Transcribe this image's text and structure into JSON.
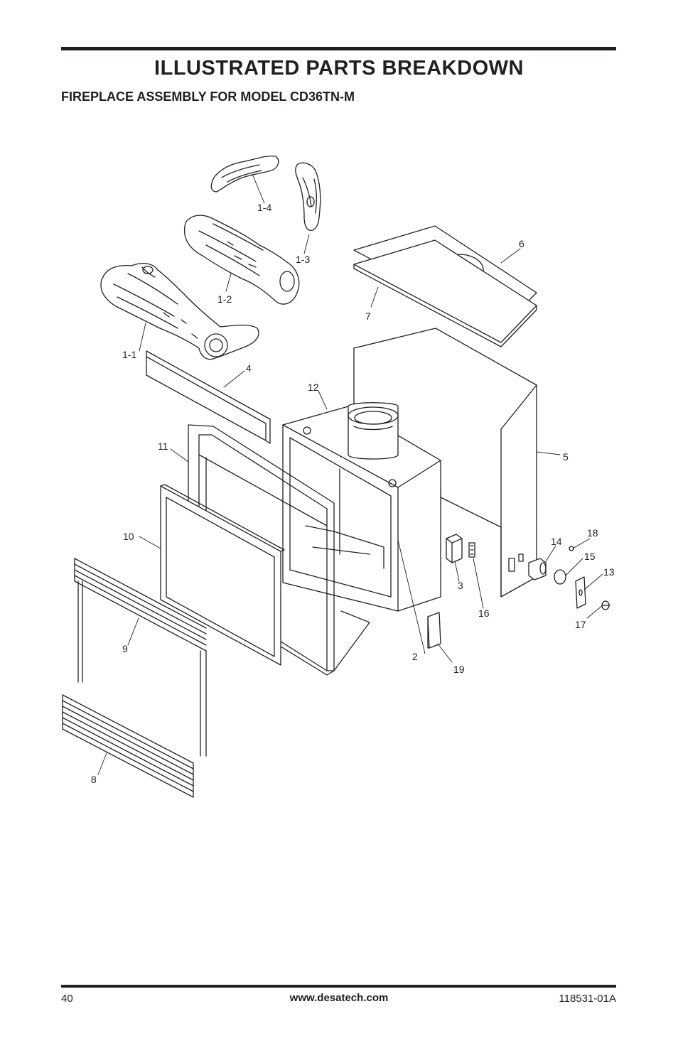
{
  "header": {
    "title": "ILLUSTRATED PARTS BREAKDOWN",
    "subtitle": "FIREPLACE ASSEMBLY FOR MODEL CD36TN-M"
  },
  "diagram": {
    "callouts": [
      {
        "id": "1-1",
        "label": "1-1"
      },
      {
        "id": "1-2",
        "label": "1-2"
      },
      {
        "id": "1-3",
        "label": "1-3"
      },
      {
        "id": "1-4",
        "label": "1-4"
      },
      {
        "id": "2",
        "label": "2"
      },
      {
        "id": "3",
        "label": "3"
      },
      {
        "id": "4",
        "label": "4"
      },
      {
        "id": "5",
        "label": "5"
      },
      {
        "id": "6",
        "label": "6"
      },
      {
        "id": "7",
        "label": "7"
      },
      {
        "id": "8",
        "label": "8"
      },
      {
        "id": "9",
        "label": "9"
      },
      {
        "id": "10",
        "label": "10"
      },
      {
        "id": "11",
        "label": "11"
      },
      {
        "id": "12",
        "label": "12"
      },
      {
        "id": "13",
        "label": "13"
      },
      {
        "id": "14",
        "label": "14"
      },
      {
        "id": "15",
        "label": "15"
      },
      {
        "id": "16",
        "label": "16"
      },
      {
        "id": "17",
        "label": "17"
      },
      {
        "id": "18",
        "label": "18"
      },
      {
        "id": "19",
        "label": "19"
      }
    ]
  },
  "footer": {
    "page_number": "40",
    "website": "www.desatech.com",
    "document_number": "118531-01A"
  }
}
